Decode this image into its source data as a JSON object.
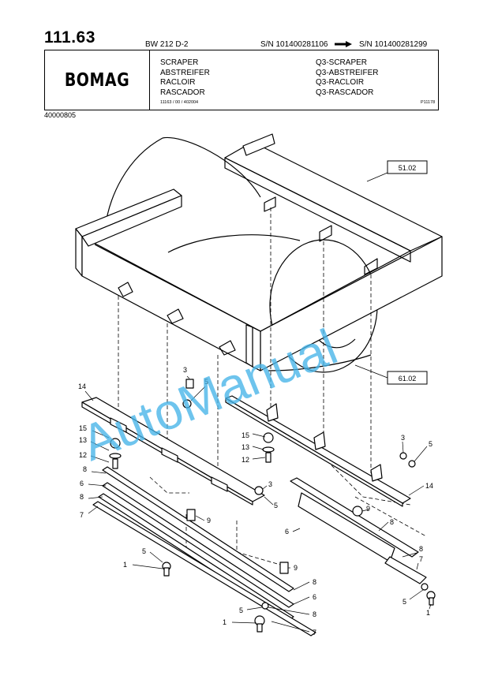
{
  "header": {
    "page_number": "111.63",
    "model": "BW 212 D-2",
    "serial_from": "S/N 101400281106",
    "serial_to": "S/N 101400281299",
    "logo": "BOMAG",
    "titles": [
      "SCRAPER",
      "ABSTREIFER",
      "RACLOIR",
      "RASCADOR"
    ],
    "titles_q3": [
      "Q3-SCRAPER",
      "Q3-ABSTREIFER",
      "Q3-RACLOIR",
      "Q3-RASCADOR"
    ],
    "reference": "11163 / 00 / 402004",
    "figure_id": "P11178",
    "order_number": "40000805"
  },
  "diagram": {
    "ref_boxes": [
      "51.02",
      "61.02"
    ],
    "callouts": [
      "1",
      "3",
      "5",
      "6",
      "7",
      "8",
      "9",
      "12",
      "13",
      "14",
      "15"
    ]
  },
  "watermark": "AutoManual"
}
